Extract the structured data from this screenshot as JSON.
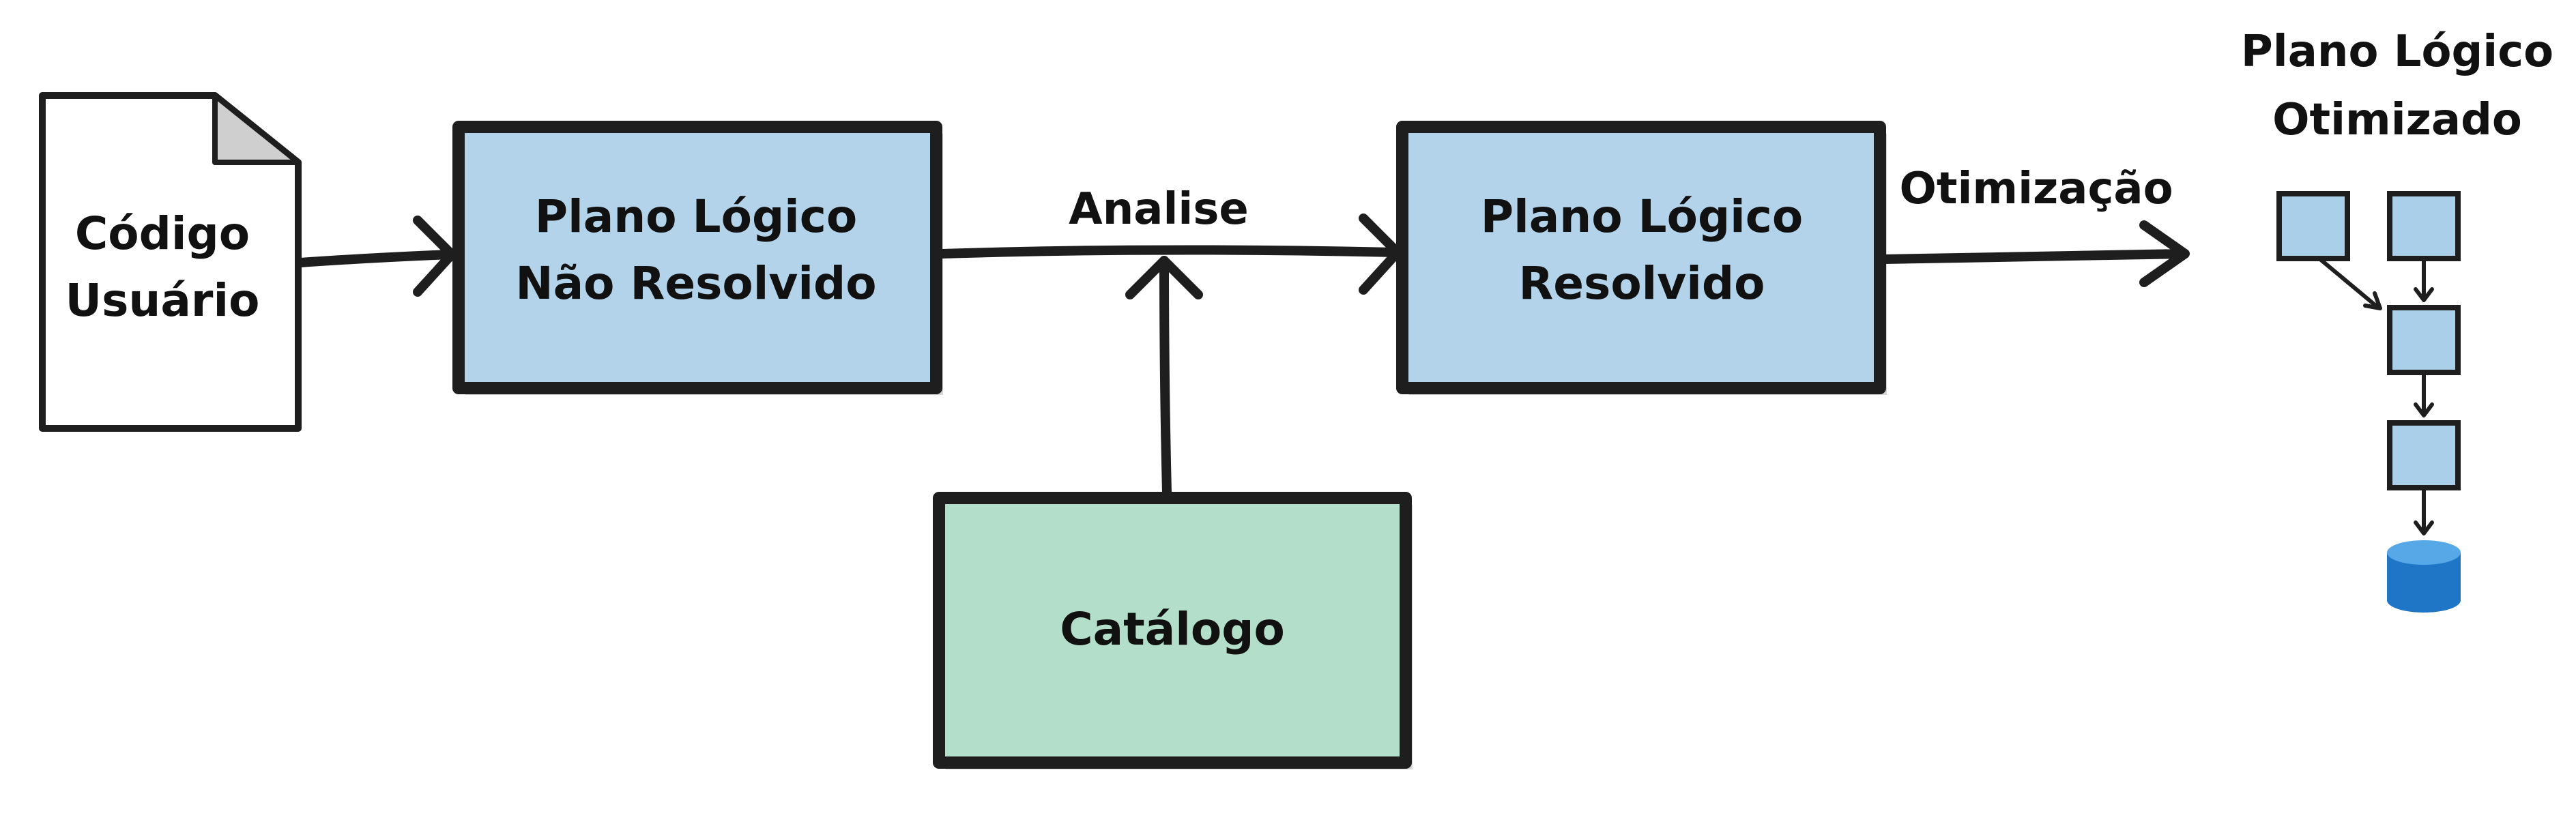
{
  "nodes": {
    "user_code": {
      "line1": "Código",
      "line2": "Usuário"
    },
    "unresolved_plan": {
      "line1": "Plano Lógico",
      "line2": "Não Resolvido"
    },
    "catalog": {
      "label": "Catálogo"
    },
    "resolved_plan": {
      "line1": "Plano Lógico",
      "line2": "Resolvido"
    },
    "optimized_plan": {
      "line1": "Plano Lógico",
      "line2": "Otimizado"
    }
  },
  "edges": {
    "analysis": "Analise",
    "optimization": "Otimização"
  },
  "colors": {
    "plan_fill": "#b2d3ea",
    "catalog_fill": "#b3dec9",
    "document_fill": "#ffffff",
    "document_fold": "#cfcfcf",
    "outline": "#1e1e1e",
    "mini_node_fill": "#a9cfe9",
    "database_fill": "#1f76c7",
    "database_top": "#56a8e6"
  },
  "icons": {
    "user_code": "document-icon",
    "optimized_plan": "plan-tree-icon",
    "data_source": "database-icon"
  }
}
